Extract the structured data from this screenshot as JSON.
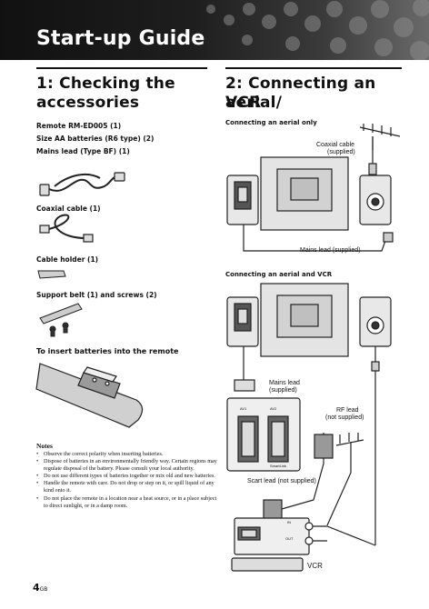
{
  "header": {
    "title": "Start-up Guide"
  },
  "left": {
    "heading_line1": "1: Checking the",
    "heading_line2": "accessories",
    "accessories": [
      "Remote RM-ED005 (1)",
      "Size AA batteries (R6 type) (2)",
      "Mains lead (Type BF) (1)"
    ],
    "coaxial_cable": "Coaxial cable (1)",
    "cable_holder": "Cable holder (1)",
    "support_belt": "Support belt (1) and screws (2)",
    "batteries_heading": "To insert batteries into the remote",
    "notes_title": "Notes",
    "notes": [
      "Observe the correct polarity when inserting batteries.",
      "Dispose of batteries in an environmentally friendly way. Certain regions may regulate disposal of the battery. Please consult your local authority.",
      "Do not use different types of batteries together or mix old and new batteries.",
      "Handle the remote with care. Do not drop or step on it, or spill liquid of any kind onto it.",
      "Do not place the remote in a location near a heat source, or in a place subject to direct sunlight, or in a damp room."
    ]
  },
  "right": {
    "heading_line1": "2: Connecting an aerial/",
    "heading_line2": "VCR",
    "sub1": "Connecting an aerial only",
    "coax_line1": "Coaxial cable",
    "coax_line2": "(supplied)",
    "mains_supplied": "Mains lead (supplied)",
    "sub2": "Connecting an aerial and VCR",
    "mains_line1": "Mains lead",
    "mains_line2": "(supplied)",
    "rf_line1": "RF lead",
    "rf_line2": "(not supplied)",
    "scart": "Scart lead (not supplied)",
    "vcr": "VCR",
    "in": "IN",
    "out": "OUT",
    "av1": "AV1",
    "av2": "AV2",
    "smartlink": "SmartLink"
  },
  "footer": {
    "page": "4",
    "region": "GB"
  }
}
